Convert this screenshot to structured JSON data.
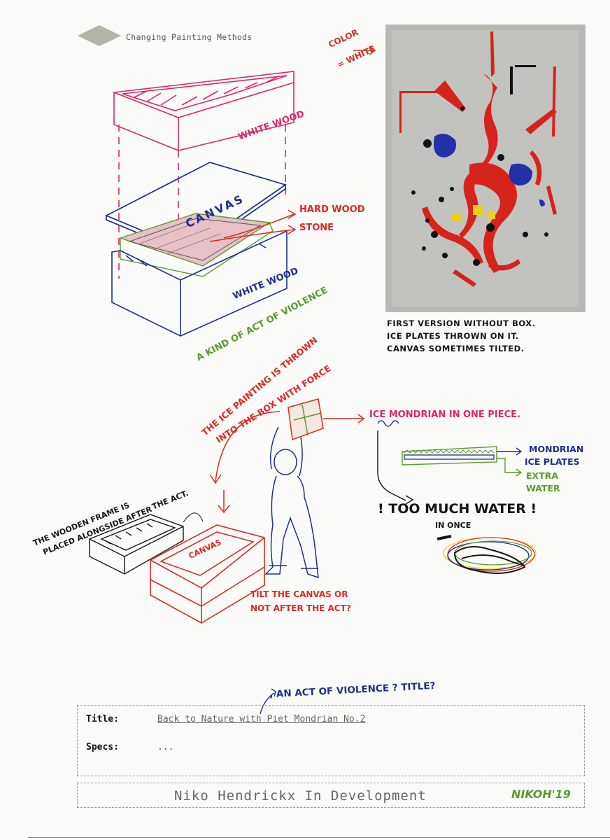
{
  "header": {
    "title": "Changing Painting Methods"
  },
  "sketch_labels": {
    "white_wood_top": "WHITE WOOD",
    "canvas": "CANVAS",
    "hard_wood": "HARD WOOD",
    "stone": "STONE",
    "white_wood_bottom": "WHITE WOOD",
    "color_white_1": "COLOR",
    "color_white_2": "= WHITE",
    "caption_line1": "FIRST VERSION WITHOUT BOX.",
    "caption_line2": "ICE PLATES THROWN ON IT.",
    "caption_line3": "CANVAS SOMETIMES TILTED.",
    "violence_line1": "A KIND OF ACT OF VIOLENCE",
    "thrown_line1": "THE ICE PAINTING IS THROWN",
    "thrown_line2": "INTO THE BOX WITH FORCE",
    "ice_mondrian": "ICE MONDRIAN IN ONE PIECE.",
    "mondrian_plates_1": "MONDRIAN",
    "mondrian_plates_2": "ICE PLATES",
    "extra_water_1": "EXTRA",
    "extra_water_2": "WATER",
    "too_much_water": "! TOO MUCH WATER !",
    "in_once": "IN ONCE",
    "frame_line1": "THE WOODEN FRAME IS",
    "frame_line2": "PLACED ALONGSIDE AFTER",
    "frame_line3": "THE ACT.",
    "canvas_box": "CANVAS",
    "tilt_line1": "TILT THE CANVAS OR",
    "tilt_line2": "NOT AFTER THE ACT?",
    "act_title_note": ", AN ACT OF VIOLENCE ? TITLE?",
    "signature": "NIKOH'19"
  },
  "form": {
    "title_label": "Title:",
    "title_value": "Back to Nature with Piet Mondrian No.2",
    "specs_label": "Specs:",
    "specs_value": "..."
  },
  "footer": {
    "text": "Niko Hendrickx In Development"
  },
  "colors": {
    "pink": "#e0266a",
    "red": "#e3271f",
    "blue": "#1e2f8e",
    "green": "#5b9a2e",
    "black": "#161616"
  }
}
